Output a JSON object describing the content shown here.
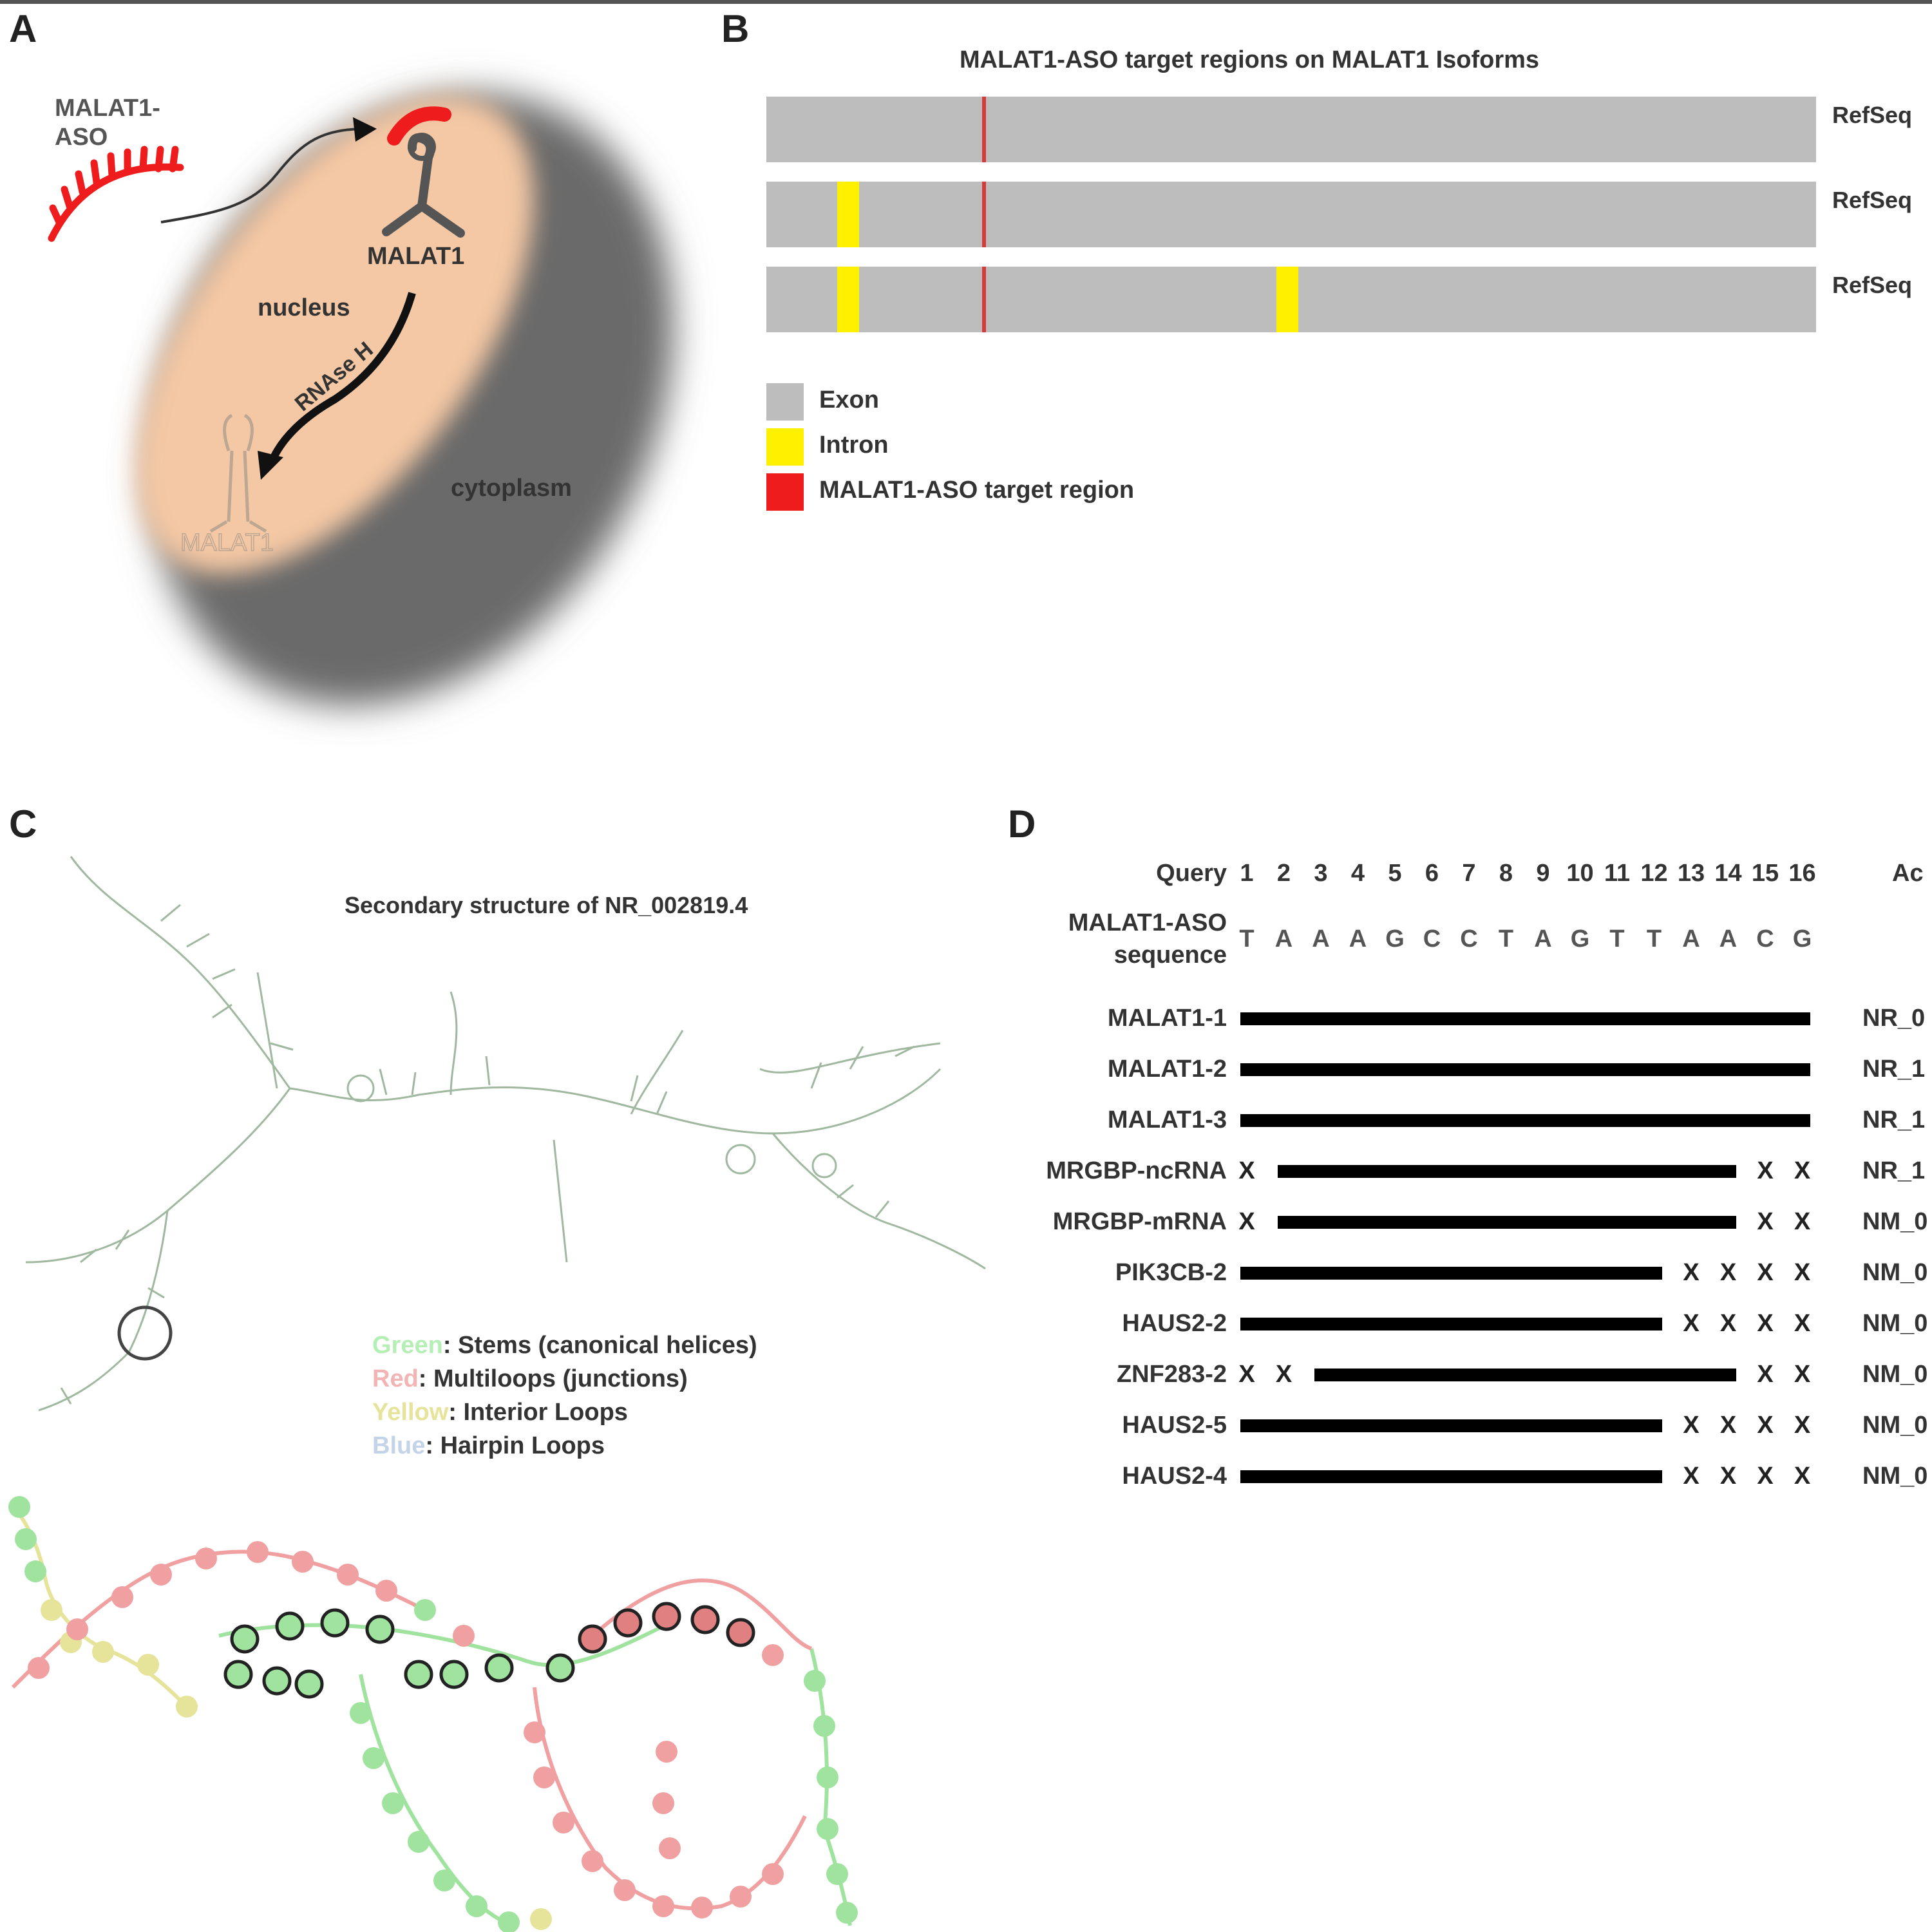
{
  "panel_labels": {
    "a": "A",
    "b": "B",
    "c": "C",
    "d": "D"
  },
  "panel_a": {
    "aso_label_line1": "MALAT1-",
    "aso_label_line2": "ASO",
    "malat1": "MALAT1",
    "nucleus": "nucleus",
    "rnase": "RNAse H",
    "cytoplasm": "cytoplasm",
    "degraded": "MALAT1"
  },
  "panel_b": {
    "title": "MALAT1-ASO target regions on MALAT1 Isoforms",
    "isoforms": [
      {
        "label": "RefSeq"
      },
      {
        "label": "RefSeq"
      },
      {
        "label": "RefSeq"
      }
    ],
    "legend": [
      {
        "label": "Exon",
        "color": "#bdbdbd"
      },
      {
        "label": "Intron",
        "color": "#fff000"
      },
      {
        "label": "MALAT1-ASO target region",
        "color": "#ee1c1c"
      }
    ]
  },
  "panel_c": {
    "title": "Secondary structure of NR_002819.4",
    "legend": [
      {
        "color_name": "Green",
        "text": ": Stems (canonical helices)",
        "color": "#9fe39f"
      },
      {
        "color_name": "Red",
        "text": ": Multiloops (junctions)",
        "color": "#f0a0a0"
      },
      {
        "color_name": "Yellow",
        "text": ": Interior Loops",
        "color": "#e6e39a"
      },
      {
        "color_name": "Blue",
        "text": ": Hairpin Loops",
        "color": "#b9cde6"
      }
    ]
  },
  "panel_d": {
    "query_label": "Query",
    "accession_label": "Ac",
    "positions": [
      "1",
      "2",
      "3",
      "4",
      "5",
      "6",
      "7",
      "8",
      "9",
      "10",
      "11",
      "12",
      "13",
      "14",
      "15",
      "16"
    ],
    "sequence_label_line1": "MALAT1-ASO",
    "sequence_label_line2": "sequence",
    "sequence": [
      "T",
      "A",
      "A",
      "A",
      "G",
      "C",
      "C",
      "T",
      "A",
      "G",
      "T",
      "T",
      "A",
      "A",
      "C",
      "G"
    ],
    "rows": [
      {
        "name": "MALAT1-1",
        "mismatch": [],
        "accession": "NR_0"
      },
      {
        "name": "MALAT1-2",
        "mismatch": [],
        "accession": "NR_1"
      },
      {
        "name": "MALAT1-3",
        "mismatch": [],
        "accession": "NR_1"
      },
      {
        "name": "MRGBP-ncRNA",
        "mismatch": [
          1,
          15,
          16
        ],
        "accession": "NR_1"
      },
      {
        "name": "MRGBP-mRNA",
        "mismatch": [
          1,
          15,
          16
        ],
        "accession": "NM_0"
      },
      {
        "name": "PIK3CB-2",
        "mismatch": [
          13,
          14,
          15,
          16
        ],
        "accession": "NM_0"
      },
      {
        "name": "HAUS2-2",
        "mismatch": [
          13,
          14,
          15,
          16
        ],
        "accession": "NM_0"
      },
      {
        "name": "ZNF283-2",
        "mismatch": [
          1,
          2,
          15,
          16
        ],
        "accession": "NM_0"
      },
      {
        "name": "HAUS2-5",
        "mismatch": [
          13,
          14,
          15,
          16
        ],
        "accession": "NM_0"
      },
      {
        "name": "HAUS2-4",
        "mismatch": [
          13,
          14,
          15,
          16
        ],
        "accession": "NM_0"
      }
    ],
    "mismatch_mark": "X"
  }
}
